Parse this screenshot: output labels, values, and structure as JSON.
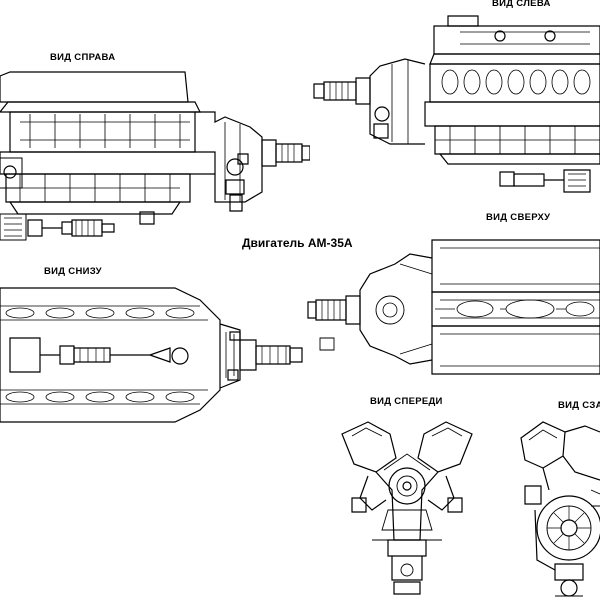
{
  "title": "Двигатель АМ-35А",
  "views": {
    "right": "ВИД СПРАВА",
    "left": "ВИД СЛЕВА",
    "top": "ВИД СВЕРХУ",
    "bottom": "ВИД СНИЗУ",
    "front": "ВИД СПЕРЕДИ",
    "rear": "ВИД СЗАДИ"
  }
}
